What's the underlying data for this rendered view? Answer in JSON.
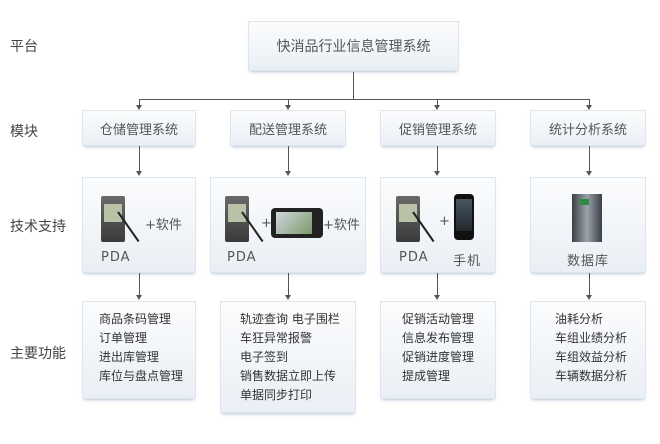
{
  "row_labels": {
    "platform": "平台",
    "modules": "模块",
    "tech": "技术支持",
    "functions": "主要功能"
  },
  "platform": {
    "title": "快消品行业信息管理系统"
  },
  "modules": [
    {
      "title": "仓储管理系统",
      "tech": {
        "devices": [
          "pda-device-icon"
        ],
        "captions": [
          "PDA"
        ],
        "suffix": "+软件"
      },
      "functions": [
        "商品条码管理",
        "订单管理",
        "进出库管理",
        "库位与盘点管理"
      ]
    },
    {
      "title": "配送管理系统",
      "tech": {
        "devices": [
          "pda-device-icon",
          "gps-navigator-icon"
        ],
        "captions": [
          "PDA"
        ],
        "plus": "+",
        "suffix": "+软件"
      },
      "functions": [
        "轨迹查询 电子围栏",
        "车狂异常报警",
        "电子签到",
        "销售数据立即上传",
        "单据同步打印"
      ]
    },
    {
      "title": "促销管理系统",
      "tech": {
        "devices": [
          "pda-device-icon",
          "smartphone-icon"
        ],
        "captions": [
          "PDA",
          "手机"
        ],
        "plus": "+"
      },
      "functions": [
        "促销活动管理",
        "信息发布管理",
        "促销进度管理",
        "提成管理"
      ]
    },
    {
      "title": "统计分析系统",
      "tech": {
        "devices": [
          "database-server-icon"
        ],
        "captions": [
          "数据库"
        ]
      },
      "functions": [
        "油耗分析",
        "车组业绩分析",
        "车组效益分析",
        "车辆数据分析"
      ]
    }
  ]
}
